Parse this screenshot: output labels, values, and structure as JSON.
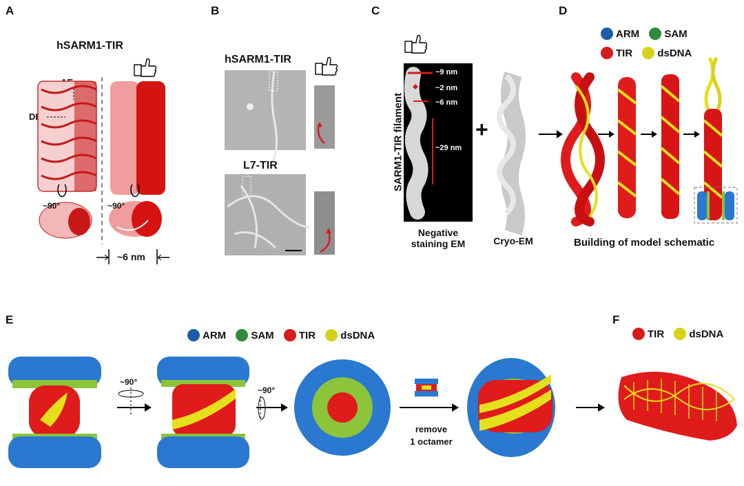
{
  "panels": {
    "a": {
      "letter": "A",
      "title": "hSARM1-TIR",
      "labels": {
        "ae": "AE",
        "de": "DE"
      },
      "rot1": "~90°",
      "rot2": "~90°",
      "width": "~6 nm"
    },
    "b": {
      "letter": "B",
      "title1": "hSARM1-TIR",
      "title2": "L7-TIR"
    },
    "c": {
      "letter": "C",
      "side_label": "SARM1-TIR filament",
      "m1": "~9 nm",
      "m2": "~2 nm",
      "m3": "~6 nm",
      "m4": "~29 nm",
      "plus": "+",
      "cap1": "Negative staining EM",
      "cap2": "Cryo-EM"
    },
    "d": {
      "letter": "D",
      "legend": [
        {
          "name": "ARM",
          "color": "#1c5da8"
        },
        {
          "name": "SAM",
          "color": "#2e8b3a"
        },
        {
          "name": "TIR",
          "color": "#d81b1b"
        },
        {
          "name": "dsDNA",
          "color": "#d6d21a"
        }
      ],
      "caption": "Building of model schematic"
    },
    "e": {
      "letter": "E",
      "legend": [
        {
          "name": "ARM",
          "color": "#1c5da8"
        },
        {
          "name": "SAM",
          "color": "#2e8b3a"
        },
        {
          "name": "TIR",
          "color": "#d81b1b"
        },
        {
          "name": "dsDNA",
          "color": "#d6d21a"
        }
      ],
      "rot1": "~90°",
      "rot2": "~90°",
      "remove": "remove",
      "octamer": "1 octamer"
    },
    "f": {
      "letter": "F",
      "legend": [
        {
          "name": "TIR",
          "color": "#d81b1b"
        },
        {
          "name": "dsDNA",
          "color": "#d6d21a"
        }
      ]
    }
  },
  "colors": {
    "arm": "#2a78d0",
    "sam": "#8cc43a",
    "tir": "#e01b1b",
    "dna": "#e5e01c",
    "pink": "#f0a0a0"
  }
}
